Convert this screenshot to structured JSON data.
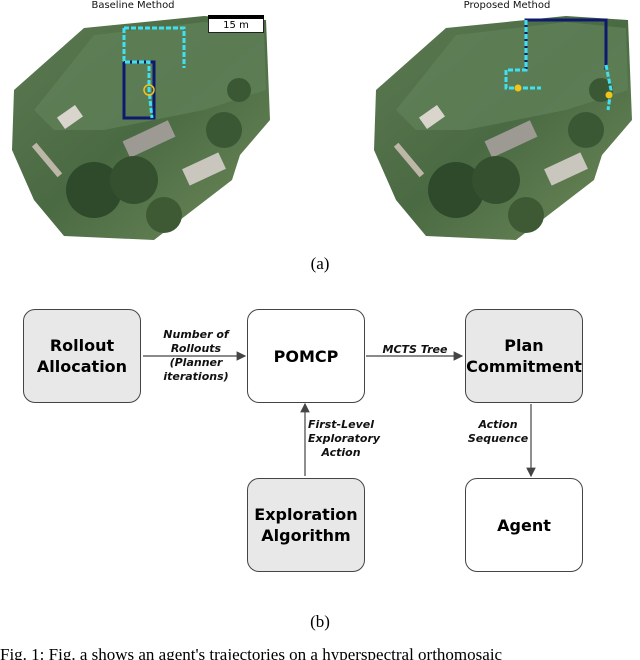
{
  "panel_a": {
    "left_title": "Baseline Method",
    "right_title": "Proposed Method",
    "scale_label": "15 m",
    "label": "(a)",
    "colors": {
      "trajectory_dark": "#0d1a6e",
      "trajectory_light": "#3fe0f2",
      "marker": "#f0c419"
    }
  },
  "panel_b": {
    "label": "(b)",
    "nodes": {
      "rollout": "Rollout\nAllocation",
      "pomcp": "POMCP",
      "commitment": "Plan\nCommitment",
      "exploration": "Exploration\nAlgorithm",
      "agent": "Agent"
    },
    "edges": {
      "rollouts": "Number of\nRollouts\n(Planner\niterations)",
      "mcts": "MCTS Tree",
      "exploratory": "First-Level\nExploratory\nAction",
      "action_seq": "Action\nSequence"
    }
  },
  "caption": "Fig. 1: Fig. a shows an agent's trajectories on a hyperspectral orthomosaic"
}
